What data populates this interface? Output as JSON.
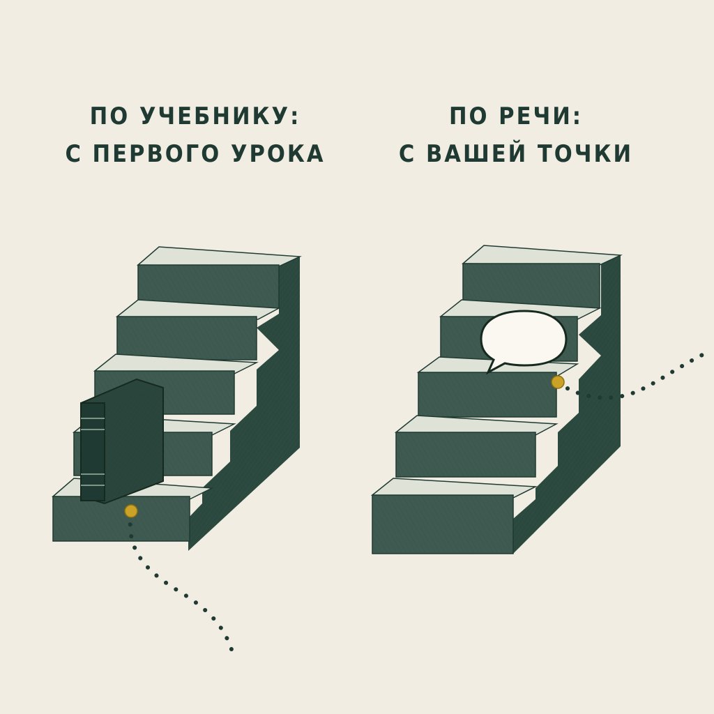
{
  "panels": [
    {
      "id": "textbook",
      "title_line1": "ПО УЧЕБНИКУ:",
      "title_line2": "С ПЕРВОГО УРОКА",
      "prop_icon": "book-icon",
      "start_step": 1
    },
    {
      "id": "speech",
      "title_line1": "ПО РЕЧИ:",
      "title_line2": "С ВАШЕЙ ТОЧКИ",
      "prop_icon": "speech-bubble-icon",
      "start_step": 3
    }
  ],
  "colors": {
    "background": "#f1ede2",
    "ink": "#1f3a32",
    "riser": "#3f5b51",
    "tread": "#dfe2d6",
    "side": "#2d4a40",
    "marker": "#c9a227"
  }
}
